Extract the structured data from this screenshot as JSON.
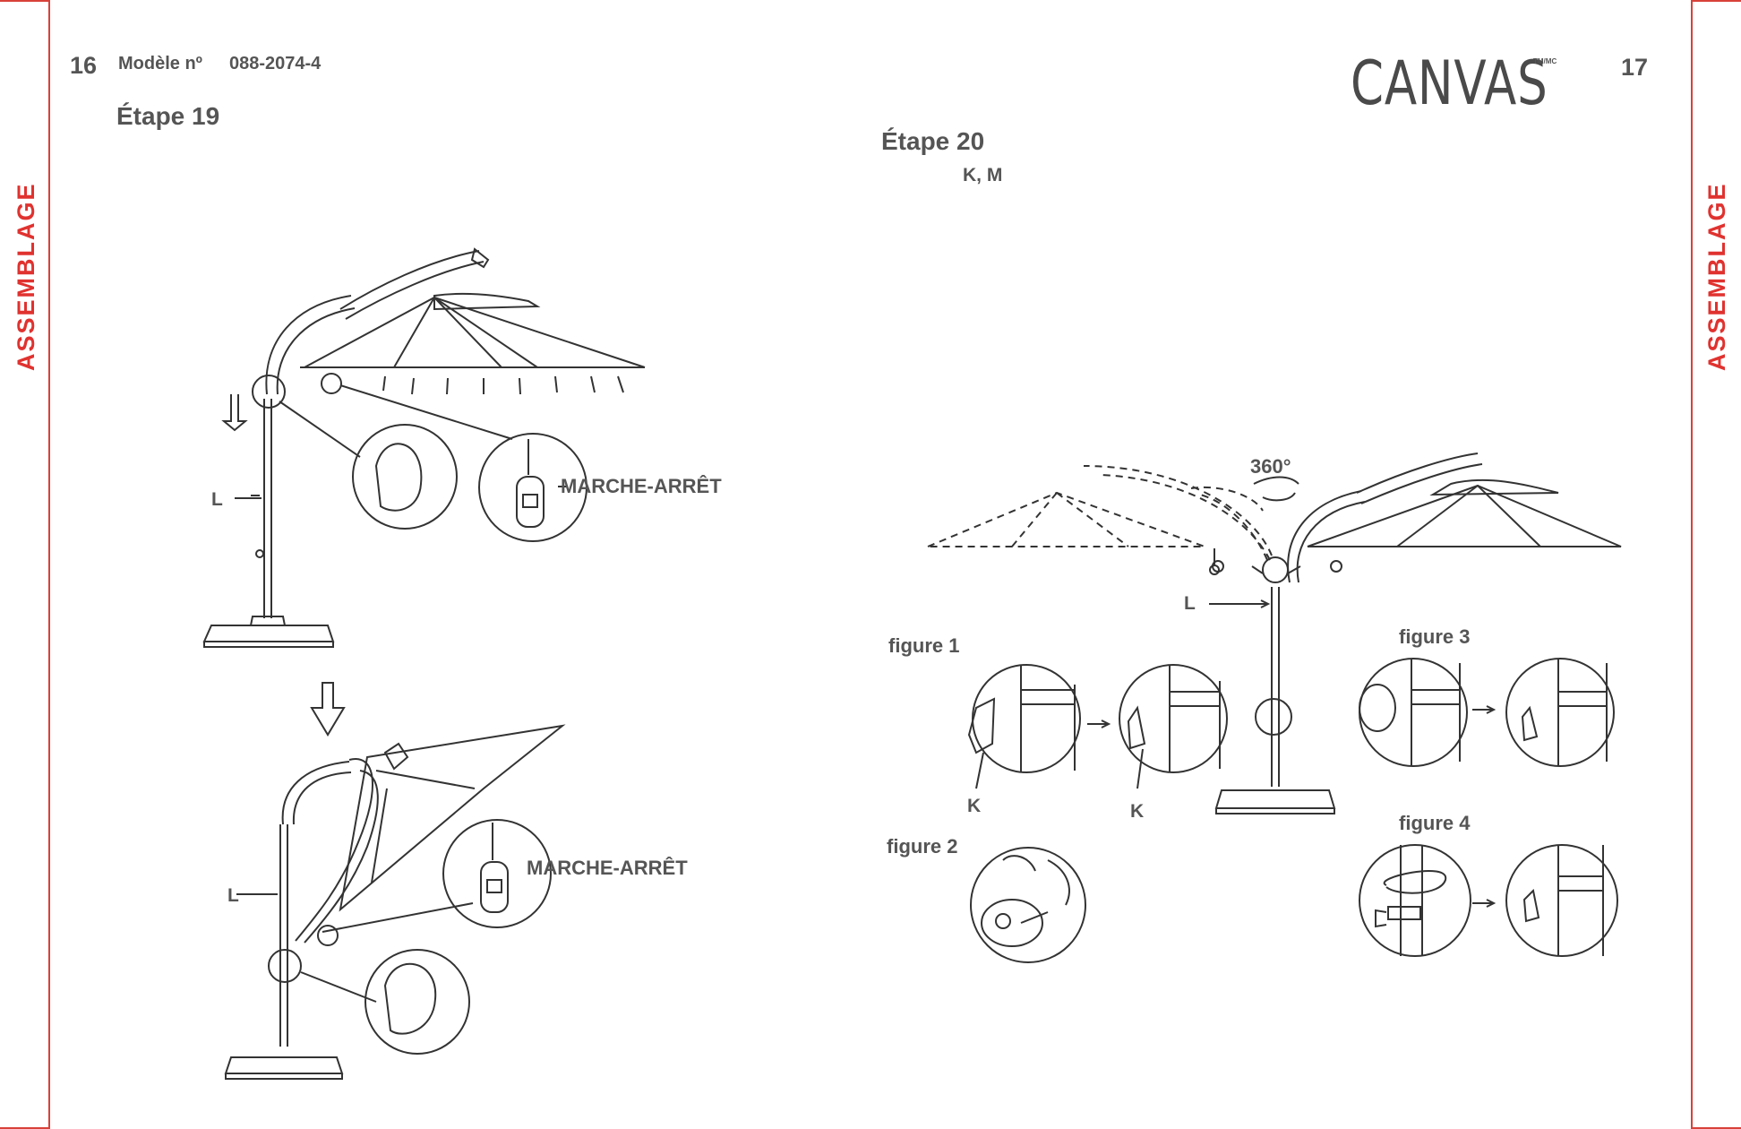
{
  "left_page": {
    "page_number": "16",
    "model_label": "Modèle nº",
    "model_number": "088-2074-4",
    "step_title": "Étape 19",
    "tab_label": "ASSEMBLAGE",
    "callouts": {
      "top_l": "L",
      "top_switch": "MARCHE-ARRÊT",
      "bottom_l": "L",
      "bottom_switch": "MARCHE-ARRÊT"
    }
  },
  "right_page": {
    "page_number": "17",
    "brand": "CANVAS",
    "brand_mark": "TM/MC",
    "step_title": "Étape 20",
    "step_parts": "K, M",
    "tab_label": "ASSEMBLAGE",
    "rotation_label": "360°",
    "pole_label": "L",
    "figures": {
      "figure1": "figure 1",
      "figure2": "figure 2",
      "figure3": "figure 3",
      "figure4": "figure 4"
    },
    "part_k_1": "K",
    "part_k_2": "K"
  }
}
